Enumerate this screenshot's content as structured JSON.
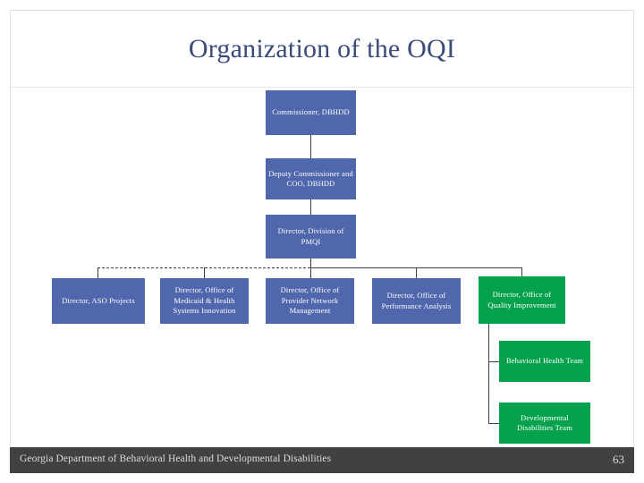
{
  "slide": {
    "title": "Organization of the OQI",
    "colors": {
      "title_text": "#3b4b79",
      "node_blue": "#5066ad",
      "node_green": "#06a14d",
      "footer_bar": "#414141",
      "footer_text": "#dcdcdc",
      "connector": "#3f3f3f"
    }
  },
  "org_chart": {
    "nodes": [
      {
        "id": "commissioner",
        "label": "Commissioner, DBHDD",
        "color": "blue",
        "level": 0
      },
      {
        "id": "deputy-commissioner",
        "label": "Deputy Commissioner and COO, DBHDD",
        "color": "blue",
        "level": 1
      },
      {
        "id": "director-pmqi",
        "label": "Director, Division of PMQI",
        "color": "blue",
        "level": 2
      },
      {
        "id": "director-aso",
        "label": "Director, ASO Projects",
        "color": "blue",
        "level": 3
      },
      {
        "id": "director-medicaid",
        "label": "Director, Office of Medicaid & Health Systems Innovation",
        "color": "blue",
        "level": 3
      },
      {
        "id": "director-provider",
        "label": "Director, Office of Provider Network Management",
        "color": "blue",
        "level": 3
      },
      {
        "id": "director-performance",
        "label": "Director, Office of Performance Analysis",
        "color": "blue",
        "level": 3
      },
      {
        "id": "director-quality",
        "label": "Director, Office of Quality Improvement",
        "color": "green",
        "level": 3
      },
      {
        "id": "behavioral-health-team",
        "label": "Behavioral Health Team",
        "color": "green",
        "level": 4
      },
      {
        "id": "developmental-disabilities-team",
        "label": "Developmental Disabilities Team",
        "color": "green",
        "level": 4
      }
    ]
  },
  "footer": {
    "organization": "Georgia Department of Behavioral Health and Developmental Disabilities",
    "page_number": "63"
  }
}
